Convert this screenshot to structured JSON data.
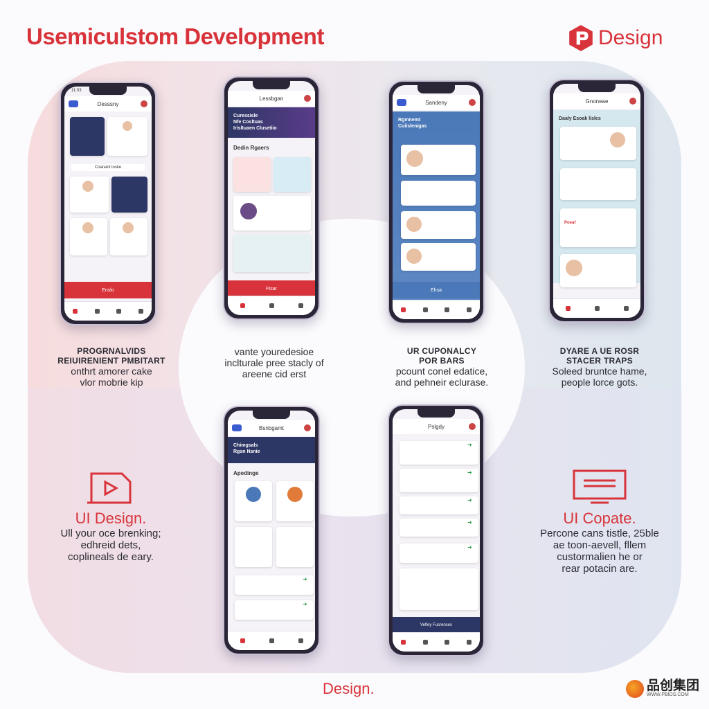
{
  "header": {
    "title": "Usemiculstom Development",
    "brand": "Design"
  },
  "phones": [
    {
      "title": "Desssny",
      "redbar": "Enslo",
      "sep": "Coanant loske"
    },
    {
      "title": "Lessbgan",
      "banner": "Curessisle\nNfe Cosltuas\nIrisltuaen Clusetiio",
      "section": "Dedin Rgaers",
      "redbar": "Ftsar"
    },
    {
      "title": "Sandeny",
      "banner": "Rgmnemt\nCuiislenigas",
      "redbar": "Ehsa"
    },
    {
      "title": "Gnoneae",
      "banner": "Daaly Esoak lisles",
      "section": "Poeaf"
    },
    {
      "title": "Bsnbgamt",
      "banner": "Chimgsals\nRgsn Nsnie",
      "section": "Apedinge"
    },
    {
      "title": "Pslgdy",
      "footer": "Vefley Fusrenses"
    }
  ],
  "captions": [
    {
      "heading": "PROGRNALVIDS\nREIUIRENIENT PMBITART",
      "body": "onthrt amorer cake\nvlor mobrie kip"
    },
    {
      "heading": "",
      "body": "vante youredesioe\ninclturale pree stacly of\nareene cid erst"
    },
    {
      "heading": "UR CUPONALCY\nPOR BARS",
      "body": "pcount conel edatice,\nand pehneir eclurase."
    },
    {
      "heading": "DYARE A UE ROSR\nSTACER TRAPS",
      "body": "Soleed bruntce hame,\npeople lorce gots."
    }
  ],
  "features": {
    "left": {
      "icon": "video-play-icon",
      "heading": "UI Design.",
      "body": "Ull your oce brenking;\nedhreid dets,\ncoplineals de eary."
    },
    "right": {
      "icon": "monitor-icon",
      "heading": "UI Copate.",
      "body": "Percone cans tistle, 25ble\nae toon-aevell, fllem\ncustormalien he or\nrear potacin are."
    }
  },
  "footer": {
    "label": "Design."
  },
  "watermark": {
    "text": "品创集团",
    "url": "WWW.PBIDS.COM"
  },
  "colors": {
    "accent": "#d8333a",
    "navy": "#2d3765"
  }
}
